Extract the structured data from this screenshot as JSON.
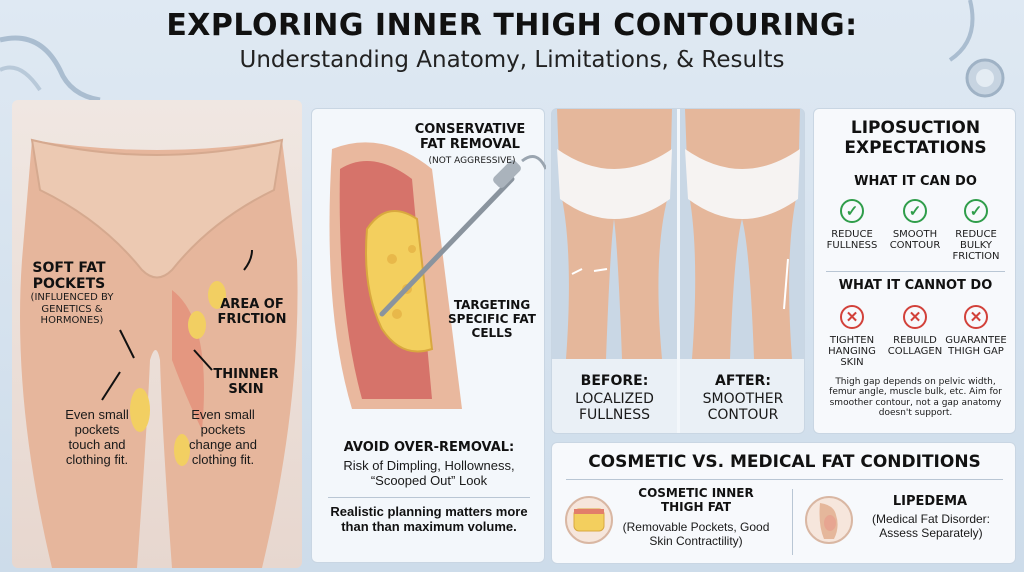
{
  "header": {
    "title": "EXPLORING INNER THIGH CONTOURING:",
    "subtitle": "Understanding Anatomy, Limitations, & Results"
  },
  "anatomy": {
    "soft_fat_title": "SOFT FAT POCKETS",
    "soft_fat_note": "(INFLUENCED BY GENETICS & HORMONES)",
    "friction_label": "AREA OF FRICTION",
    "thinner_skin_label": "THINNER SKIN",
    "left_caption": "Even small pockets touch and clothing fit.",
    "right_caption": "Even small pockets change and clothing fit."
  },
  "procedure": {
    "title": "CONSERVATIVE FAT REMOVAL",
    "title_note": "(NOT AGGRESSIVE)",
    "target_label": "TARGETING SPECIFIC FAT CELLS",
    "avoid_title": "AVOID OVER-REMOVAL:",
    "avoid_text": "Risk of Dimpling, Hollowness, “Scooped Out” Look",
    "planning_text": "Realistic planning matters more than than maximum volume."
  },
  "comparison": {
    "before_title": "BEFORE:",
    "before_text": "LOCALIZED FULLNESS",
    "after_title": "AFTER:",
    "after_text": "SMOOTHER CONTOUR"
  },
  "expectations": {
    "title": "LIPOSUCTION EXPECTATIONS",
    "can_title": "WHAT IT CAN DO",
    "can_items": [
      "REDUCE FULLNESS",
      "SMOOTH CONTOUR",
      "REDUCE BULKY FRICTION"
    ],
    "cannot_title": "WHAT IT CANNOT DO",
    "cannot_items": [
      "TIGHTEN HANGING SKIN",
      "REBUILD COLLAGEN",
      "GUARANTEE THIGH GAP"
    ],
    "note": "Thigh gap depends on pelvic width, femur angle, muscle bulk, etc. Aim for smoother contour, not a gap anatomy doesn't support."
  },
  "conditions": {
    "title": "COSMETIC VS. MEDICAL FAT CONDITIONS",
    "cosmetic_title": "COSMETIC INNER THIGH FAT",
    "cosmetic_text": "(Removable Pockets, Good Skin Contractility)",
    "medical_title": "LIPEDEMA",
    "medical_text": "(Medical Fat Disorder: Assess Separately)"
  },
  "colors": {
    "check": "#2f9d4a",
    "cross": "#d2413a",
    "skin": "#e9b99f",
    "fat": "#f3cf5e",
    "muscle": "#d6736a"
  }
}
